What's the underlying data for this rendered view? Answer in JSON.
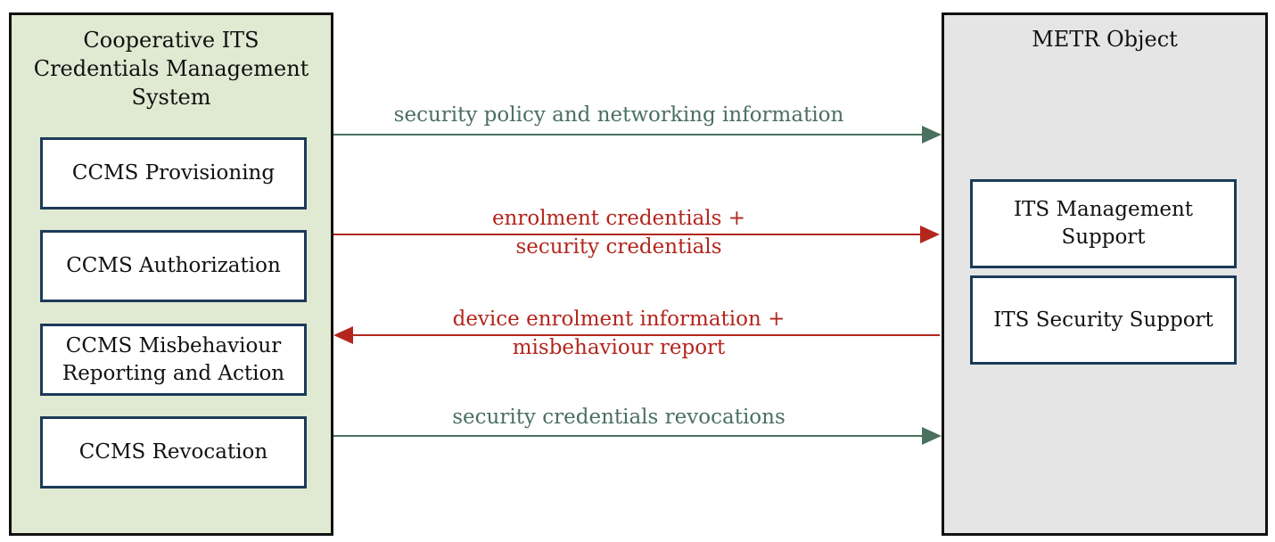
{
  "colors": {
    "ccms_fill": "#e0e9d1",
    "metr_fill": "#e5e5e5",
    "box_border": "#1c3a5a",
    "green_flow": "#4a7060",
    "red_flow": "#b3261e"
  },
  "ccms": {
    "title": "Cooperative ITS\nCredentials Management\nSystem",
    "components": [
      "CCMS Provisioning",
      "CCMS Authorization",
      "CCMS Misbehaviour\nReporting and Action",
      "CCMS Revocation"
    ]
  },
  "metr": {
    "title": "METR  Object",
    "components": [
      "ITS Management\nSupport",
      "ITS Security Support"
    ]
  },
  "flows": [
    {
      "label": "security policy and networking information",
      "direction": "to-metr",
      "color": "green"
    },
    {
      "label": "enrolment credentials +\nsecurity credentials",
      "direction": "to-metr",
      "color": "red"
    },
    {
      "label": "device enrolment information +\nmisbehaviour report",
      "direction": "to-ccms",
      "color": "red"
    },
    {
      "label": "security credentials revocations",
      "direction": "to-metr",
      "color": "green"
    }
  ]
}
